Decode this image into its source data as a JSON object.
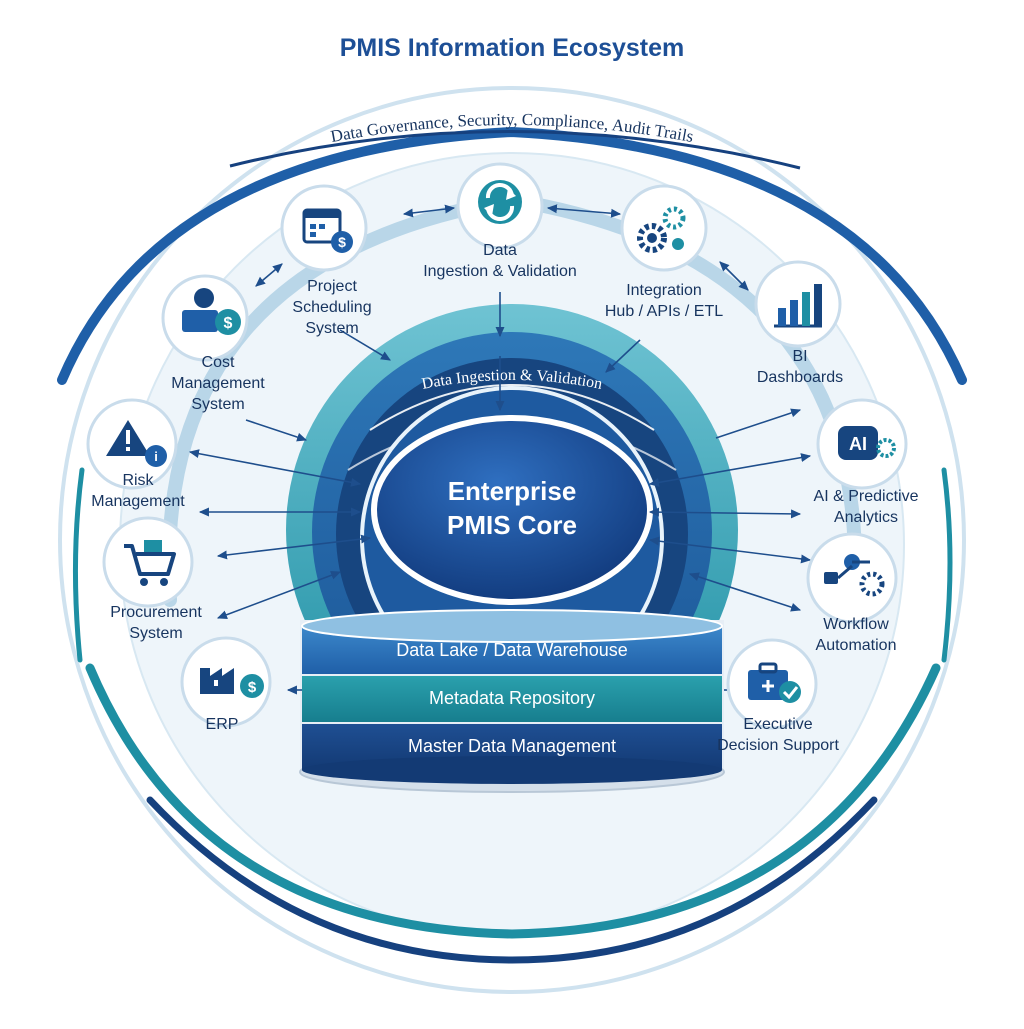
{
  "title": "PMIS Information Ecosystem",
  "governance_label": "Data Governance, Security, Compliance, Audit Trails",
  "core": {
    "label": "Enterprise\nPMIS Core",
    "ring_label": "Data Ingestion & Validation"
  },
  "data_layers": [
    "Data Lake / Data Warehouse",
    "Metadata Repository",
    "Master Data Management"
  ],
  "nodes": [
    {
      "key": "cost",
      "label": "Cost\nManagement\nSystem",
      "icon": "cost-management-icon"
    },
    {
      "key": "scheduling",
      "label": "Project\nScheduling\nSystem",
      "icon": "calendar-dollar-icon"
    },
    {
      "key": "ingestion",
      "label": "Data\nIngestion & Validation",
      "icon": "sync-icon"
    },
    {
      "key": "integration",
      "label": "Integration\nHub / APIs / ETL",
      "icon": "gears-icon"
    },
    {
      "key": "bi",
      "label": "BI\nDashboards",
      "icon": "bar-chart-icon"
    },
    {
      "key": "risk",
      "label": "Risk\nManagement",
      "icon": "warning-icon"
    },
    {
      "key": "ai",
      "label": "AI & Predictive\nAnalytics",
      "icon": "ai-icon"
    },
    {
      "key": "procurement",
      "label": "Procurement\nSystem",
      "icon": "shopping-cart-icon"
    },
    {
      "key": "workflow",
      "label": "Workflow\nAutomation",
      "icon": "workflow-icon"
    },
    {
      "key": "erp",
      "label": "ERP",
      "icon": "factory-dollar-icon"
    },
    {
      "key": "executive",
      "label": "Executive\nDecision Support",
      "icon": "briefcase-check-icon"
    }
  ],
  "colors": {
    "navy": "#16417f",
    "blue": "#1f5fa8",
    "teal": "#1e8fa3",
    "text": "#17345f"
  }
}
